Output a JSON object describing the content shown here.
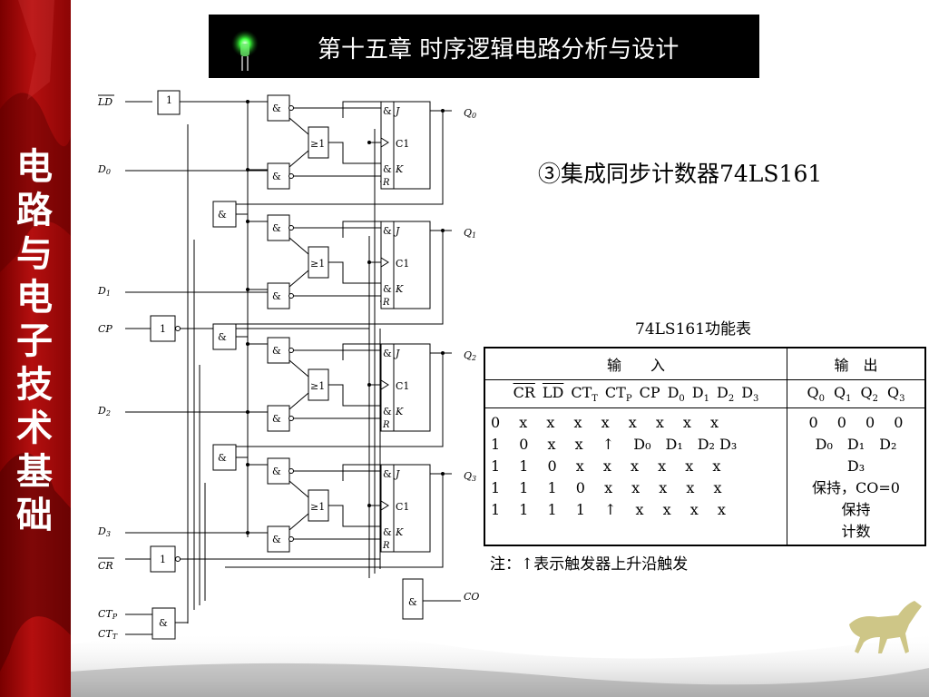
{
  "sidebar": {
    "title_chars": [
      "电",
      "路",
      "与",
      "电",
      "子",
      "技",
      "术",
      "基",
      "础"
    ]
  },
  "header": {
    "title": "第十五章  时序逻辑电路分析与设计"
  },
  "subtitle": "③集成同步计数器74LS161",
  "circuit": {
    "inputs": {
      "ld": "LD",
      "d0": "D",
      "d0s": "0",
      "d1": "D",
      "d1s": "1",
      "cp": "CP",
      "d2": "D",
      "d2s": "2",
      "d3": "D",
      "d3s": "3",
      "cr": "CR",
      "ctp": "CT",
      "ctps": "P",
      "ctt": "CT",
      "ctts": "T"
    },
    "outputs": {
      "q": "Q",
      "q0s": "0",
      "q1s": "1",
      "q2s": "2",
      "q3s": "3",
      "co": "CO"
    },
    "gate_labels": {
      "and": "&",
      "or": "≥1",
      "not": "1"
    },
    "ff_labels": {
      "j": "J",
      "k": "K",
      "c": "C1",
      "r": "R",
      "amp": "&"
    }
  },
  "table": {
    "caption": "74LS161功能表",
    "input_header": "输　　入",
    "output_header": "输　出",
    "input_cols": [
      {
        "t": "CR",
        "bar": true
      },
      {
        "t": "LD",
        "bar": true
      },
      {
        "t": "CT",
        "s": "T"
      },
      {
        "t": "CT",
        "s": "P"
      },
      {
        "t": "CP"
      },
      {
        "t": "D",
        "s": "0"
      },
      {
        "t": "D",
        "s": "1"
      },
      {
        "t": "D",
        "s": "2"
      },
      {
        "t": "D",
        "s": "3"
      }
    ],
    "output_cols": [
      {
        "t": "Q",
        "s": "0"
      },
      {
        "t": "Q",
        "s": "1"
      },
      {
        "t": "Q",
        "s": "2"
      },
      {
        "t": "Q",
        "s": "3"
      }
    ],
    "input_rows": [
      "0　 x　 x　 x　 x　 x　 x　 x　 x",
      "1　 0　 x　 x　 ↑　 D₀　D₁　D₂ D₃",
      "1　 1　 0　 x　 x　 x　 x　 x　 x",
      "1　 1　 1　 0　 x　 x　 x　 x　 x",
      "1　 1　 1　 1　 ↑　 x　 x　 x　 x"
    ],
    "output_rows": [
      "0　 0　 0　 0",
      "D₀　D₁　D₂",
      "D₃",
      "保持，CO=0",
      "保持",
      "计数"
    ]
  },
  "note": "注：↑表示触发器上升沿触发",
  "colors": {
    "sidebar": "#b40f0f",
    "header_bg": "#000000",
    "led": "#3cff3c"
  }
}
